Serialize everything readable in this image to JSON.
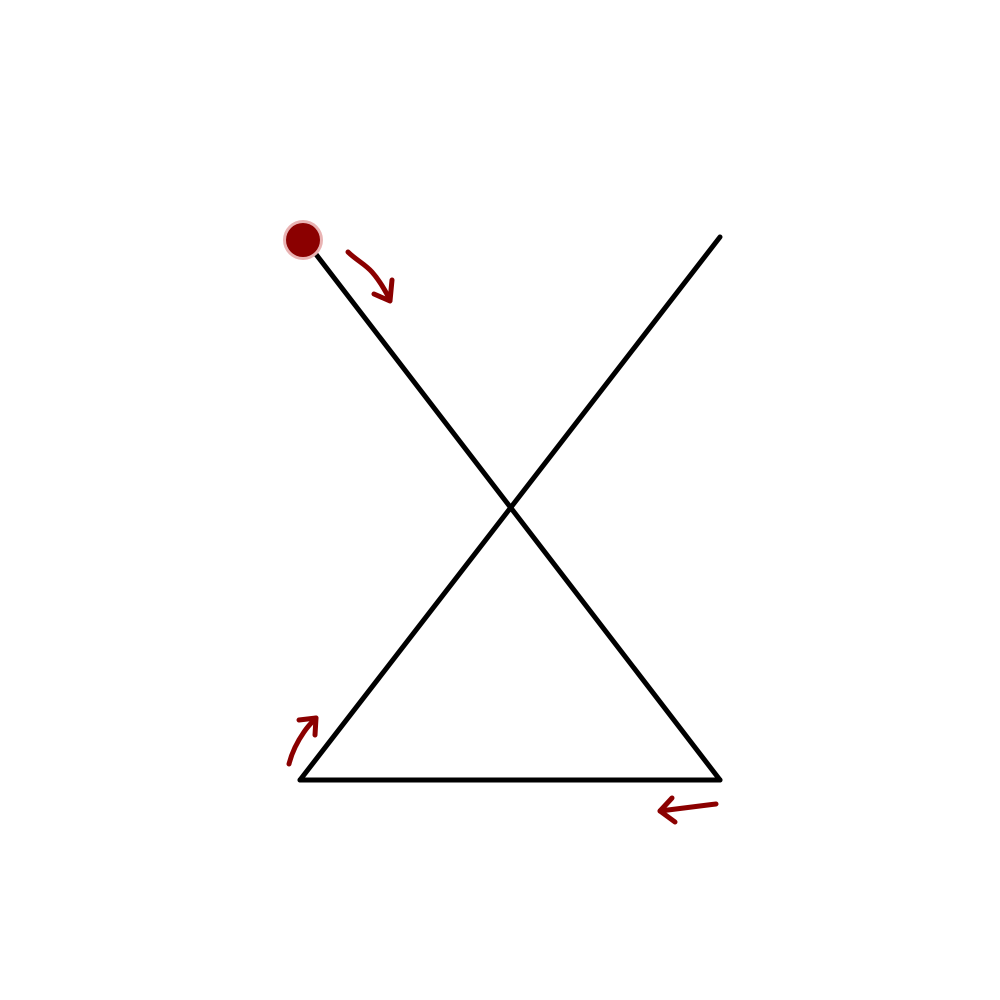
{
  "diagram": {
    "kind": "stroke-order drawing path",
    "shape": "hourglass-like path: diagonal down-right, bottom edge leftward, diagonal up-right",
    "stroke_color": "#000000",
    "accent_color": "#8b0000",
    "start_marker": "start-dot",
    "segments": [
      {
        "name": "stroke-1",
        "direction": "down-right"
      },
      {
        "name": "stroke-2",
        "direction": "left"
      },
      {
        "name": "stroke-3",
        "direction": "up-right"
      }
    ],
    "direction_arrows": [
      {
        "name": "arrow-down-right",
        "points_toward": "down-right"
      },
      {
        "name": "arrow-left",
        "points_toward": "left"
      },
      {
        "name": "arrow-up-right",
        "points_toward": "up-right"
      }
    ]
  }
}
